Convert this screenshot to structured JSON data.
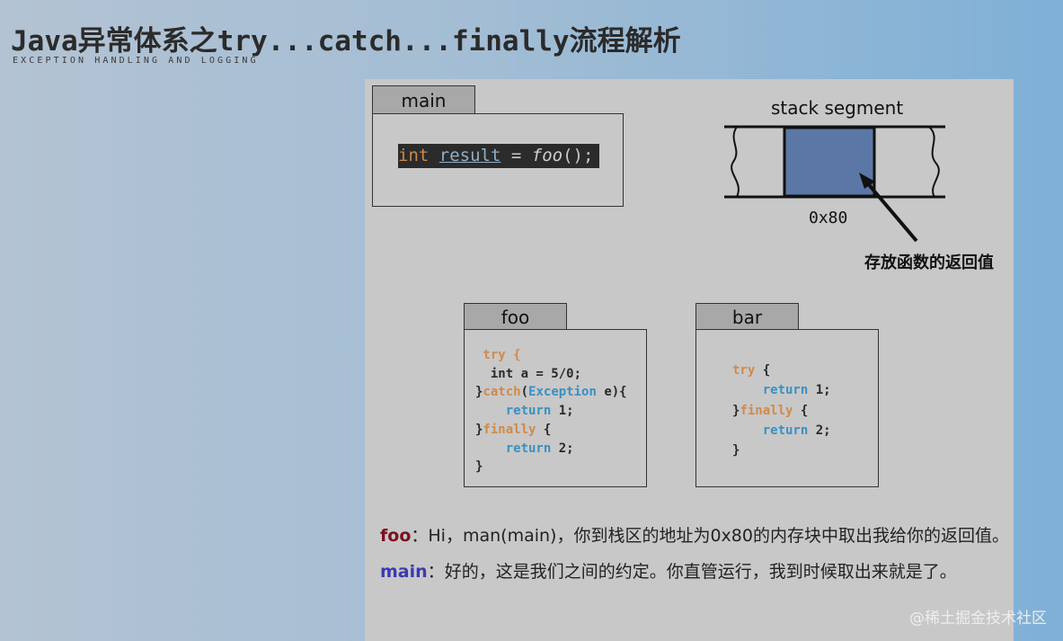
{
  "header": {
    "title": "Java异常体系之try...catch...finally流程解析",
    "subtitle": "EXCEPTION HANDLING AND LOGGING"
  },
  "main_box": {
    "tab": "main",
    "code": {
      "kw": "int",
      "var": "result",
      "op": " = ",
      "fn": "foo",
      "tail": "();"
    }
  },
  "stack": {
    "label": "stack segment",
    "address": "0x80",
    "annotation": "存放函数的返回值"
  },
  "foo_box": {
    "tab": "foo",
    "lines": [
      {
        "parts": [
          {
            "t": " try {",
            "c": "kw"
          }
        ]
      },
      {
        "parts": [
          {
            "t": "  int a = 5/0;",
            "c": ""
          }
        ]
      },
      {
        "parts": [
          {
            "t": "}",
            "c": ""
          },
          {
            "t": "catch",
            "c": "kw"
          },
          {
            "t": "(",
            "c": ""
          },
          {
            "t": "Exception",
            "c": "blue"
          },
          {
            "t": " e){",
            "c": ""
          }
        ]
      },
      {
        "parts": [
          {
            "t": "    ",
            "c": ""
          },
          {
            "t": "return",
            "c": "blue"
          },
          {
            "t": " 1;",
            "c": ""
          }
        ]
      },
      {
        "parts": [
          {
            "t": "}",
            "c": ""
          },
          {
            "t": "finally",
            "c": "kw"
          },
          {
            "t": " {",
            "c": ""
          }
        ]
      },
      {
        "parts": [
          {
            "t": "    ",
            "c": ""
          },
          {
            "t": "return",
            "c": "blue"
          },
          {
            "t": " 2;",
            "c": ""
          }
        ]
      },
      {
        "parts": [
          {
            "t": "}",
            "c": ""
          }
        ]
      }
    ]
  },
  "bar_box": {
    "tab": "bar",
    "lines": [
      {
        "parts": [
          {
            "t": "try",
            "c": "kw"
          },
          {
            "t": " {",
            "c": ""
          }
        ]
      },
      {
        "parts": [
          {
            "t": "    ",
            "c": ""
          },
          {
            "t": "return",
            "c": "blue"
          },
          {
            "t": " 1;",
            "c": ""
          }
        ]
      },
      {
        "parts": [
          {
            "t": "}",
            "c": ""
          },
          {
            "t": "finally",
            "c": "kw"
          },
          {
            "t": " {",
            "c": ""
          }
        ]
      },
      {
        "parts": [
          {
            "t": "    ",
            "c": ""
          },
          {
            "t": "return",
            "c": "blue"
          },
          {
            "t": " 2;",
            "c": ""
          }
        ]
      },
      {
        "parts": [
          {
            "t": "}",
            "c": ""
          }
        ]
      }
    ]
  },
  "dialog": [
    {
      "speaker": "foo",
      "sep": "：",
      "text": "Hi，man(main)，你到栈区的地址为0x80的内存块中取出我给你的返回值。"
    },
    {
      "speaker": "main",
      "sep": "：",
      "text": "好的，这是我们之间的约定。你直管运行，我到时候取出来就是了。"
    }
  ],
  "watermark": "@稀土掘金技术社区",
  "colors": {
    "stack_block": "#5b77a6",
    "keyword": "#d08a4a",
    "return_kw": "#3a90c0"
  }
}
